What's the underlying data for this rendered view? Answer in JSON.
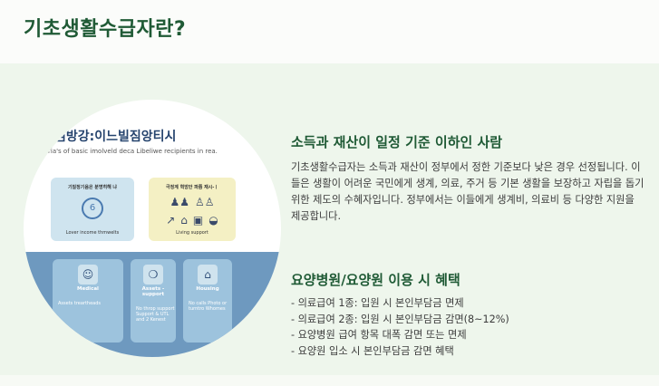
{
  "header": {
    "title": "기초생활수급자란?"
  },
  "infographic": {
    "heading": "섬방강:이느빌짐앙티시",
    "subtitle": "iteria's of basic imolveld deca Libeliwe recipients in rea.",
    "card_income": {
      "title": "기질정기음은 분명히해 냐",
      "number": "6",
      "caption": "Lover income thmwelts"
    },
    "card_living": {
      "title": "극정계 혁방안 파쯤 재시-ㅣ",
      "caption": "Living support"
    },
    "card_medical": {
      "title": "Medical",
      "list": "Assets treartheads"
    },
    "card_assets": {
      "title": "Assets - support",
      "list": "No throp support Support & UTL and 2 Kenest"
    },
    "card_housing": {
      "title": "Housing",
      "list": "No calls Photo or turntro Whomes"
    }
  },
  "criteria": {
    "title": "소득과 재산이 일정 기준 이하인 사람",
    "body": "기초생활수급자는 소득과 재산이 정부에서 정한 기준보다 낮은 경우 선정됩니다. 이들은 생활이 어려운 국민에게 생계, 의료, 주거 등 기본 생활을 보장하고 자립을 돕기 위한 제도의 수혜자입니다. 정부에서는 이들에게 생계비, 의료비 등 다양한 지원을 제공합니다."
  },
  "benefits": {
    "title": "요양병원/요양원 이용 시 혜택",
    "items": [
      "- 의료급여 1종: 입원 시 본인부담금 면제",
      "- 의료급여 2종: 입원 시 본인부담금 감면(8~12%)",
      "- 요양병원 급여 항목 대폭 감면 또는 면제",
      "- 요양원 입소 시 본인부담금 감면 혜택"
    ]
  }
}
